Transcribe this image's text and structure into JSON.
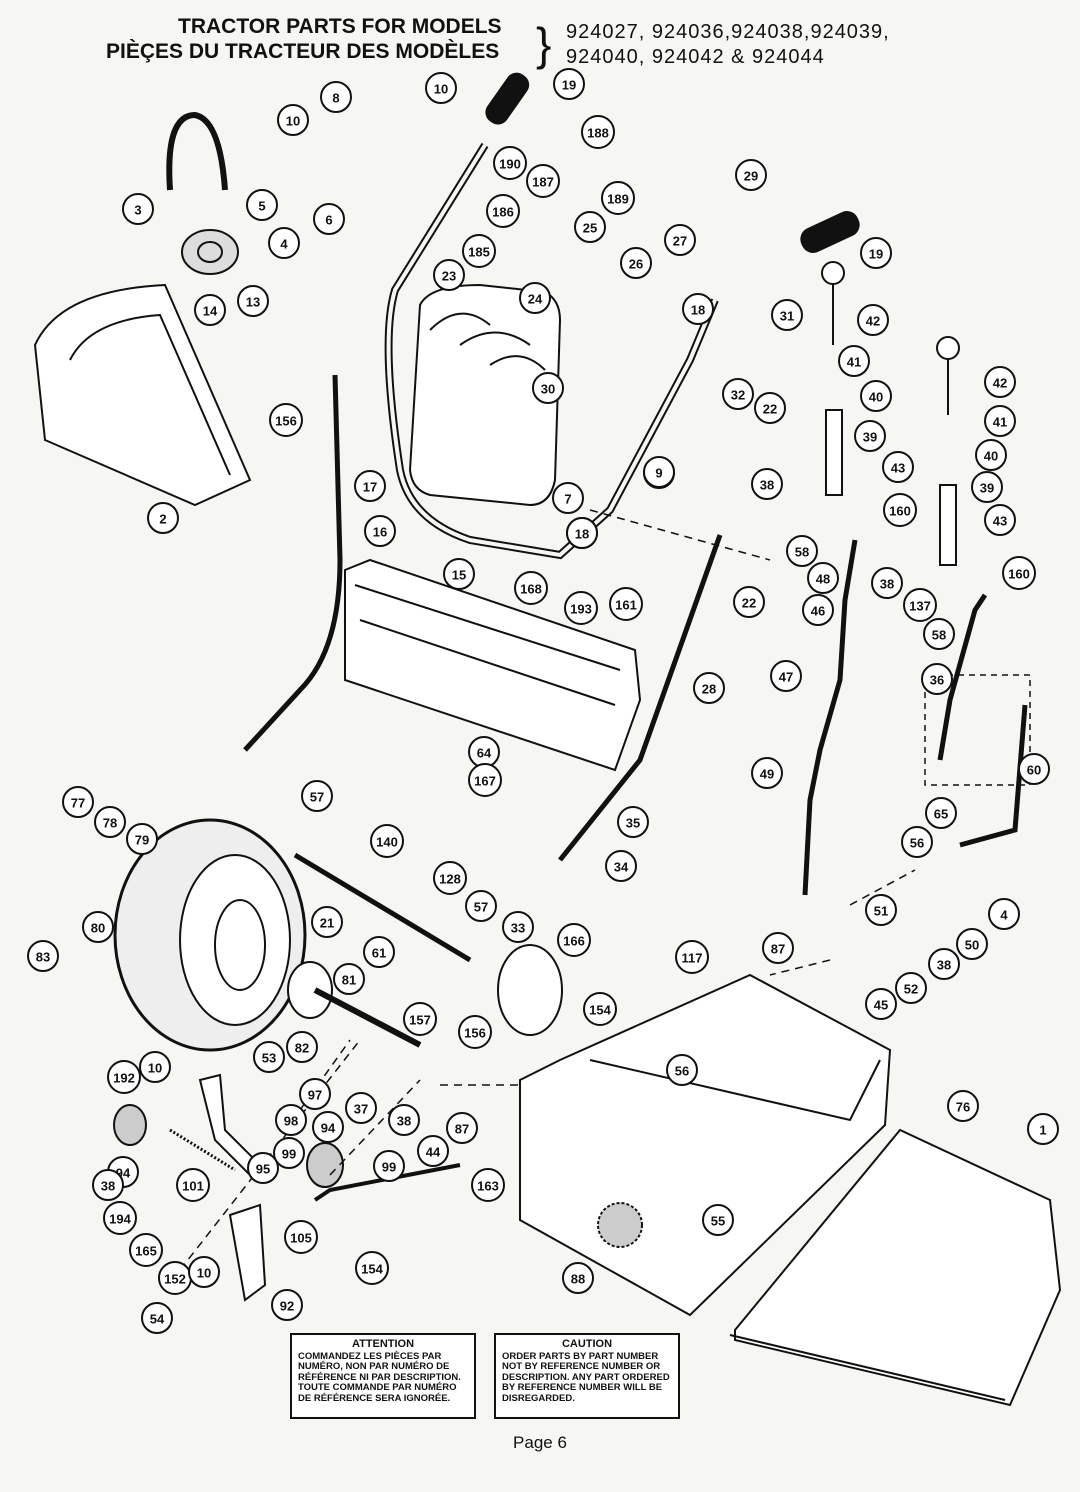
{
  "header": {
    "title_en": "TRACTOR PARTS FOR MODELS",
    "title_fr": "PIÈÇES DU TRACTEUR DES MODÈLES",
    "models_line1": "924027, 924036,924038,924039,",
    "models_line2": "924040, 924042 & 924044"
  },
  "callouts": [
    {
      "n": "3",
      "neg": false
    },
    {
      "n": "5",
      "neg": false
    },
    {
      "n": "6",
      "neg": false
    },
    {
      "n": "4",
      "neg": false
    },
    {
      "n": "8",
      "neg": false
    },
    {
      "n": "10",
      "neg": false
    },
    {
      "n": "10",
      "neg": false
    },
    {
      "n": "13",
      "neg": false
    },
    {
      "n": "14",
      "neg": false
    },
    {
      "n": "2",
      "neg": false
    },
    {
      "n": "156",
      "neg": false
    },
    {
      "n": "19",
      "neg": false
    },
    {
      "n": "188",
      "neg": false
    },
    {
      "n": "190",
      "neg": false
    },
    {
      "n": "187",
      "neg": false
    },
    {
      "n": "189",
      "neg": false
    },
    {
      "n": "186",
      "neg": false
    },
    {
      "n": "185",
      "neg": false
    },
    {
      "n": "25",
      "neg": false
    },
    {
      "n": "23",
      "neg": false
    },
    {
      "n": "24",
      "neg": false
    },
    {
      "n": "26",
      "neg": false
    },
    {
      "n": "27",
      "neg": false
    },
    {
      "n": "29",
      "neg": false
    },
    {
      "n": "19",
      "neg": false
    },
    {
      "n": "18",
      "neg": false
    },
    {
      "n": "31",
      "neg": false
    },
    {
      "n": "42",
      "neg": false
    },
    {
      "n": "41",
      "neg": false
    },
    {
      "n": "40",
      "neg": false
    },
    {
      "n": "42",
      "neg": false
    },
    {
      "n": "41",
      "neg": false
    },
    {
      "n": "40",
      "neg": false
    },
    {
      "n": "39",
      "neg": false
    },
    {
      "n": "39",
      "neg": false
    },
    {
      "n": "43",
      "neg": false
    },
    {
      "n": "43",
      "neg": false
    },
    {
      "n": "38",
      "neg": false
    },
    {
      "n": "38",
      "neg": false
    },
    {
      "n": "160",
      "neg": false
    },
    {
      "n": "160",
      "neg": false
    },
    {
      "n": "30",
      "neg": false
    },
    {
      "n": "32",
      "neg": false
    },
    {
      "n": "22",
      "neg": false
    },
    {
      "n": "17",
      "neg": false
    },
    {
      "n": "9",
      "neg": false
    },
    {
      "n": "7",
      "neg": false
    },
    {
      "n": "18",
      "neg": false
    },
    {
      "n": "16",
      "neg": false
    },
    {
      "n": "15",
      "neg": false
    },
    {
      "n": "168",
      "neg": false
    },
    {
      "n": "193",
      "neg": false
    },
    {
      "n": "161",
      "neg": false
    },
    {
      "n": "22",
      "neg": false
    },
    {
      "n": "58",
      "neg": false
    },
    {
      "n": "48",
      "neg": false
    },
    {
      "n": "46",
      "neg": false
    },
    {
      "n": "137",
      "neg": false
    },
    {
      "n": "58",
      "neg": false
    },
    {
      "n": "47",
      "neg": false
    },
    {
      "n": "36",
      "neg": false
    },
    {
      "n": "28",
      "neg": false
    },
    {
      "n": "64",
      "neg": false
    },
    {
      "n": "167",
      "neg": false
    },
    {
      "n": "49",
      "neg": false
    },
    {
      "n": "60",
      "neg": false
    },
    {
      "n": "35",
      "neg": false
    },
    {
      "n": "34",
      "neg": false
    },
    {
      "n": "65",
      "neg": false
    },
    {
      "n": "56",
      "neg": false
    },
    {
      "n": "77",
      "neg": false
    },
    {
      "n": "78",
      "neg": false
    },
    {
      "n": "79",
      "neg": false
    },
    {
      "n": "80",
      "neg": false
    },
    {
      "n": "83",
      "neg": false
    },
    {
      "n": "57",
      "neg": false
    },
    {
      "n": "140",
      "neg": false
    },
    {
      "n": "128",
      "neg": false
    },
    {
      "n": "57",
      "neg": false
    },
    {
      "n": "21",
      "neg": false
    },
    {
      "n": "61",
      "neg": false
    },
    {
      "n": "33",
      "neg": false
    },
    {
      "n": "166",
      "neg": false
    },
    {
      "n": "51",
      "neg": false
    },
    {
      "n": "4",
      "neg": false
    },
    {
      "n": "50",
      "neg": false
    },
    {
      "n": "117",
      "neg": false
    },
    {
      "n": "87",
      "neg": false
    },
    {
      "n": "38",
      "neg": false
    },
    {
      "n": "52",
      "neg": false
    },
    {
      "n": "45",
      "neg": false
    },
    {
      "n": "81",
      "neg": false
    },
    {
      "n": "157",
      "neg": false
    },
    {
      "n": "154",
      "neg": false
    },
    {
      "n": "82",
      "neg": false
    },
    {
      "n": "156",
      "neg": false
    },
    {
      "n": "53",
      "neg": false
    },
    {
      "n": "56",
      "neg": false
    },
    {
      "n": "192",
      "neg": false
    },
    {
      "n": "10",
      "neg": false
    },
    {
      "n": "97",
      "neg": false
    },
    {
      "n": "98",
      "neg": false
    },
    {
      "n": "37",
      "neg": false
    },
    {
      "n": "38",
      "neg": false
    },
    {
      "n": "94",
      "neg": false
    },
    {
      "n": "99",
      "neg": false
    },
    {
      "n": "87",
      "neg": false
    },
    {
      "n": "76",
      "neg": false
    },
    {
      "n": "1",
      "neg": false
    },
    {
      "n": "94",
      "neg": false
    },
    {
      "n": "95",
      "neg": false
    },
    {
      "n": "99",
      "neg": false
    },
    {
      "n": "44",
      "neg": false
    },
    {
      "n": "38",
      "neg": false
    },
    {
      "n": "101",
      "neg": false
    },
    {
      "n": "163",
      "neg": false
    },
    {
      "n": "55",
      "neg": false
    },
    {
      "n": "194",
      "neg": false
    },
    {
      "n": "105",
      "neg": false
    },
    {
      "n": "165",
      "neg": false
    },
    {
      "n": "154",
      "neg": false
    },
    {
      "n": "88",
      "neg": false
    },
    {
      "n": "152",
      "neg": false
    },
    {
      "n": "10",
      "neg": false
    },
    {
      "n": "92",
      "neg": false
    },
    {
      "n": "54",
      "neg": false
    },
    {
      "n": "9",
      "neg": false
    },
    {
      "n": "18",
      "neg": false
    }
  ],
  "attention_box": {
    "heading": "ATTENTION",
    "body": "COMMANDEZ LES PIÈCES PAR NUMÉRO, NON PAR NUMÉRO DE RÉFÉRENCE NI PAR DESCRIPTION. TOUTE COMMANDE PAR NUMÉRO DE RÉFÉRENCE SERA IGNORÉE."
  },
  "caution_box": {
    "heading": "CAUTION",
    "body": "ORDER PARTS BY PART NUMBER NOT BY REFERENCE NUMBER OR DESCRIPTION. ANY PART ORDERED BY REFERENCE NUMBER WILL BE DISREGARDED."
  },
  "footer": {
    "page_label": "Page 6"
  }
}
